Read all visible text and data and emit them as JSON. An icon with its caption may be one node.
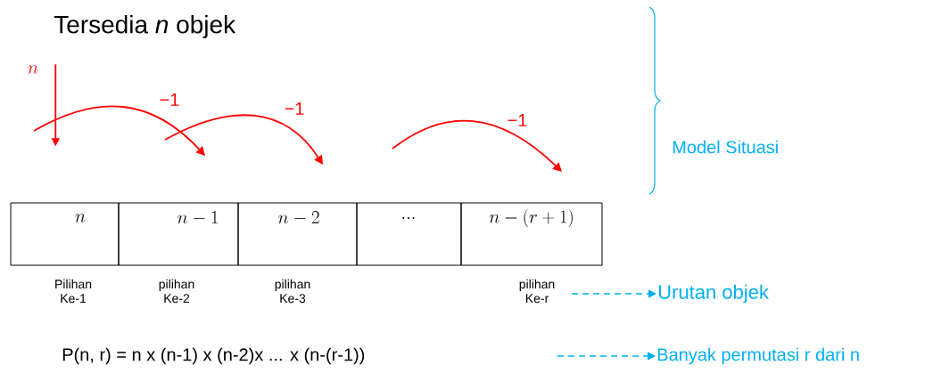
{
  "diagram": {
    "title": "Tersedia *n* objek",
    "nodes": [
      {
        "text": [
          "n"
        ],
        "beside": [
          "Pilihan Ke-1"
        ]
      },
      {
        "text": [
          "n-1"
        ],
        "beside": [
          "pilihan Ke-2"
        ]
      },
      {
        "text": [
          "n-2"
        ],
        "beside": [
          "pilihan Ke-3"
        ]
      },
      {
        "text": [
          "..."
        ]
      },
      {
        "text": [
          "n-(r+1)"
        ],
        "beside": [
          "pilihan Ke-r"
        ]
      },
      {
        "text": [
          "n"
        ]
      },
      {
        "text": [
          "Urutan objek"
        ]
      },
      {
        "text": [
          "P(n, r) = n x (n-1) x (n-2)x ... x (n-(r-1))"
        ]
      },
      {
        "text": [
          "Banyak permutasi r dari n"
        ]
      }
    ],
    "edges": [
      {
        "from": 5,
        "to": null,
        "arrow": "to",
        "color": "#ff0000"
      },
      {
        "from": null,
        "to": 6,
        "arrow": "to",
        "style": "dashed",
        "color": "#00b0f0"
      },
      {
        "from": null,
        "to": 8,
        "arrow": "to",
        "style": "dashed",
        "color": "#00b0f0"
      }
    ],
    "labels": [
      "−1",
      "−1",
      "−1",
      "Model Situasi"
    ]
  }
}
